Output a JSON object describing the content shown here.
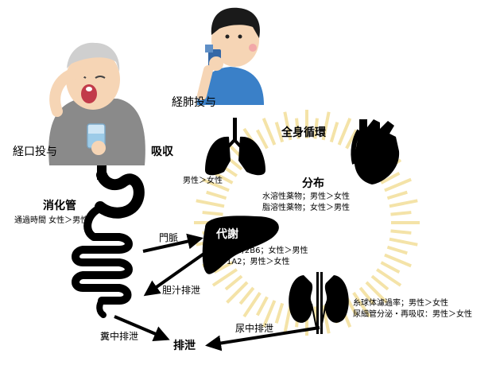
{
  "labels": {
    "oral": "経口投与",
    "inhaled": "経肺投与",
    "absorption": "吸収",
    "systemic": "全身循環",
    "distribution": "分布",
    "dist_water": "水溶性薬物；男性＞女性",
    "dist_fat": "脂溶性薬物；女性＞男性",
    "lung_note": "男性＞女性",
    "gi": "消化管",
    "gi_transit": "通過時間 女性＞男性",
    "portal": "門脈",
    "metabolism": "代謝",
    "cyp3a4": "CYP3A4/2B6；女性＞男性",
    "cyp1a2": "CYP1A2；男性＞女性",
    "bile": "胆汁排泄",
    "kidney_gfr": "糸球体濾過率；男性＞女性",
    "kidney_tubule": "尿細管分泌・再吸収：男性＞女性",
    "urine": "尿中排泄",
    "feces": "糞中排泄",
    "excretion": "排泄"
  },
  "icons": [
    "old-man-taking-pill-icon",
    "boy-using-inhaler-icon",
    "lungs-icon",
    "heart-icon",
    "stomach-intestine-icon",
    "liver-icon",
    "kidneys-icon"
  ],
  "colors": {
    "ink": "#000000",
    "sunburst": "#f4e3a8",
    "skin": "#f6d5b5",
    "shirt_gray": "#8a8a8a",
    "shirt_blue": "#3a80c8"
  }
}
